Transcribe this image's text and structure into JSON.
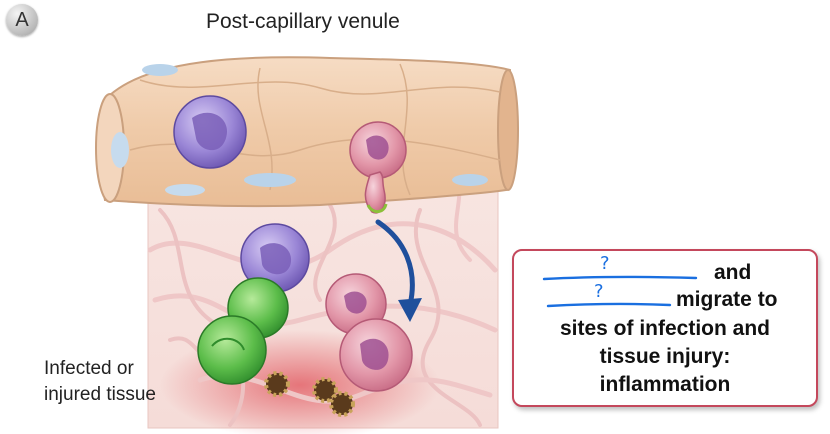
{
  "panel_label": "A",
  "title": "Post-capillary venule",
  "tissue_label": {
    "line1": "Infected or",
    "line2": "injured tissue"
  },
  "callout": {
    "line1": "and",
    "line2": "migrate to",
    "line3": "sites of infection and",
    "line4": "tissue injury:",
    "line5": "inflammation",
    "blank_marks": [
      "?",
      "?"
    ]
  },
  "colors": {
    "callout_border": "#c4485c",
    "handwriting": "#1a6fe0",
    "migration_arrow": "#1f4f9c",
    "vessel_wall": "#efc9a7"
  }
}
